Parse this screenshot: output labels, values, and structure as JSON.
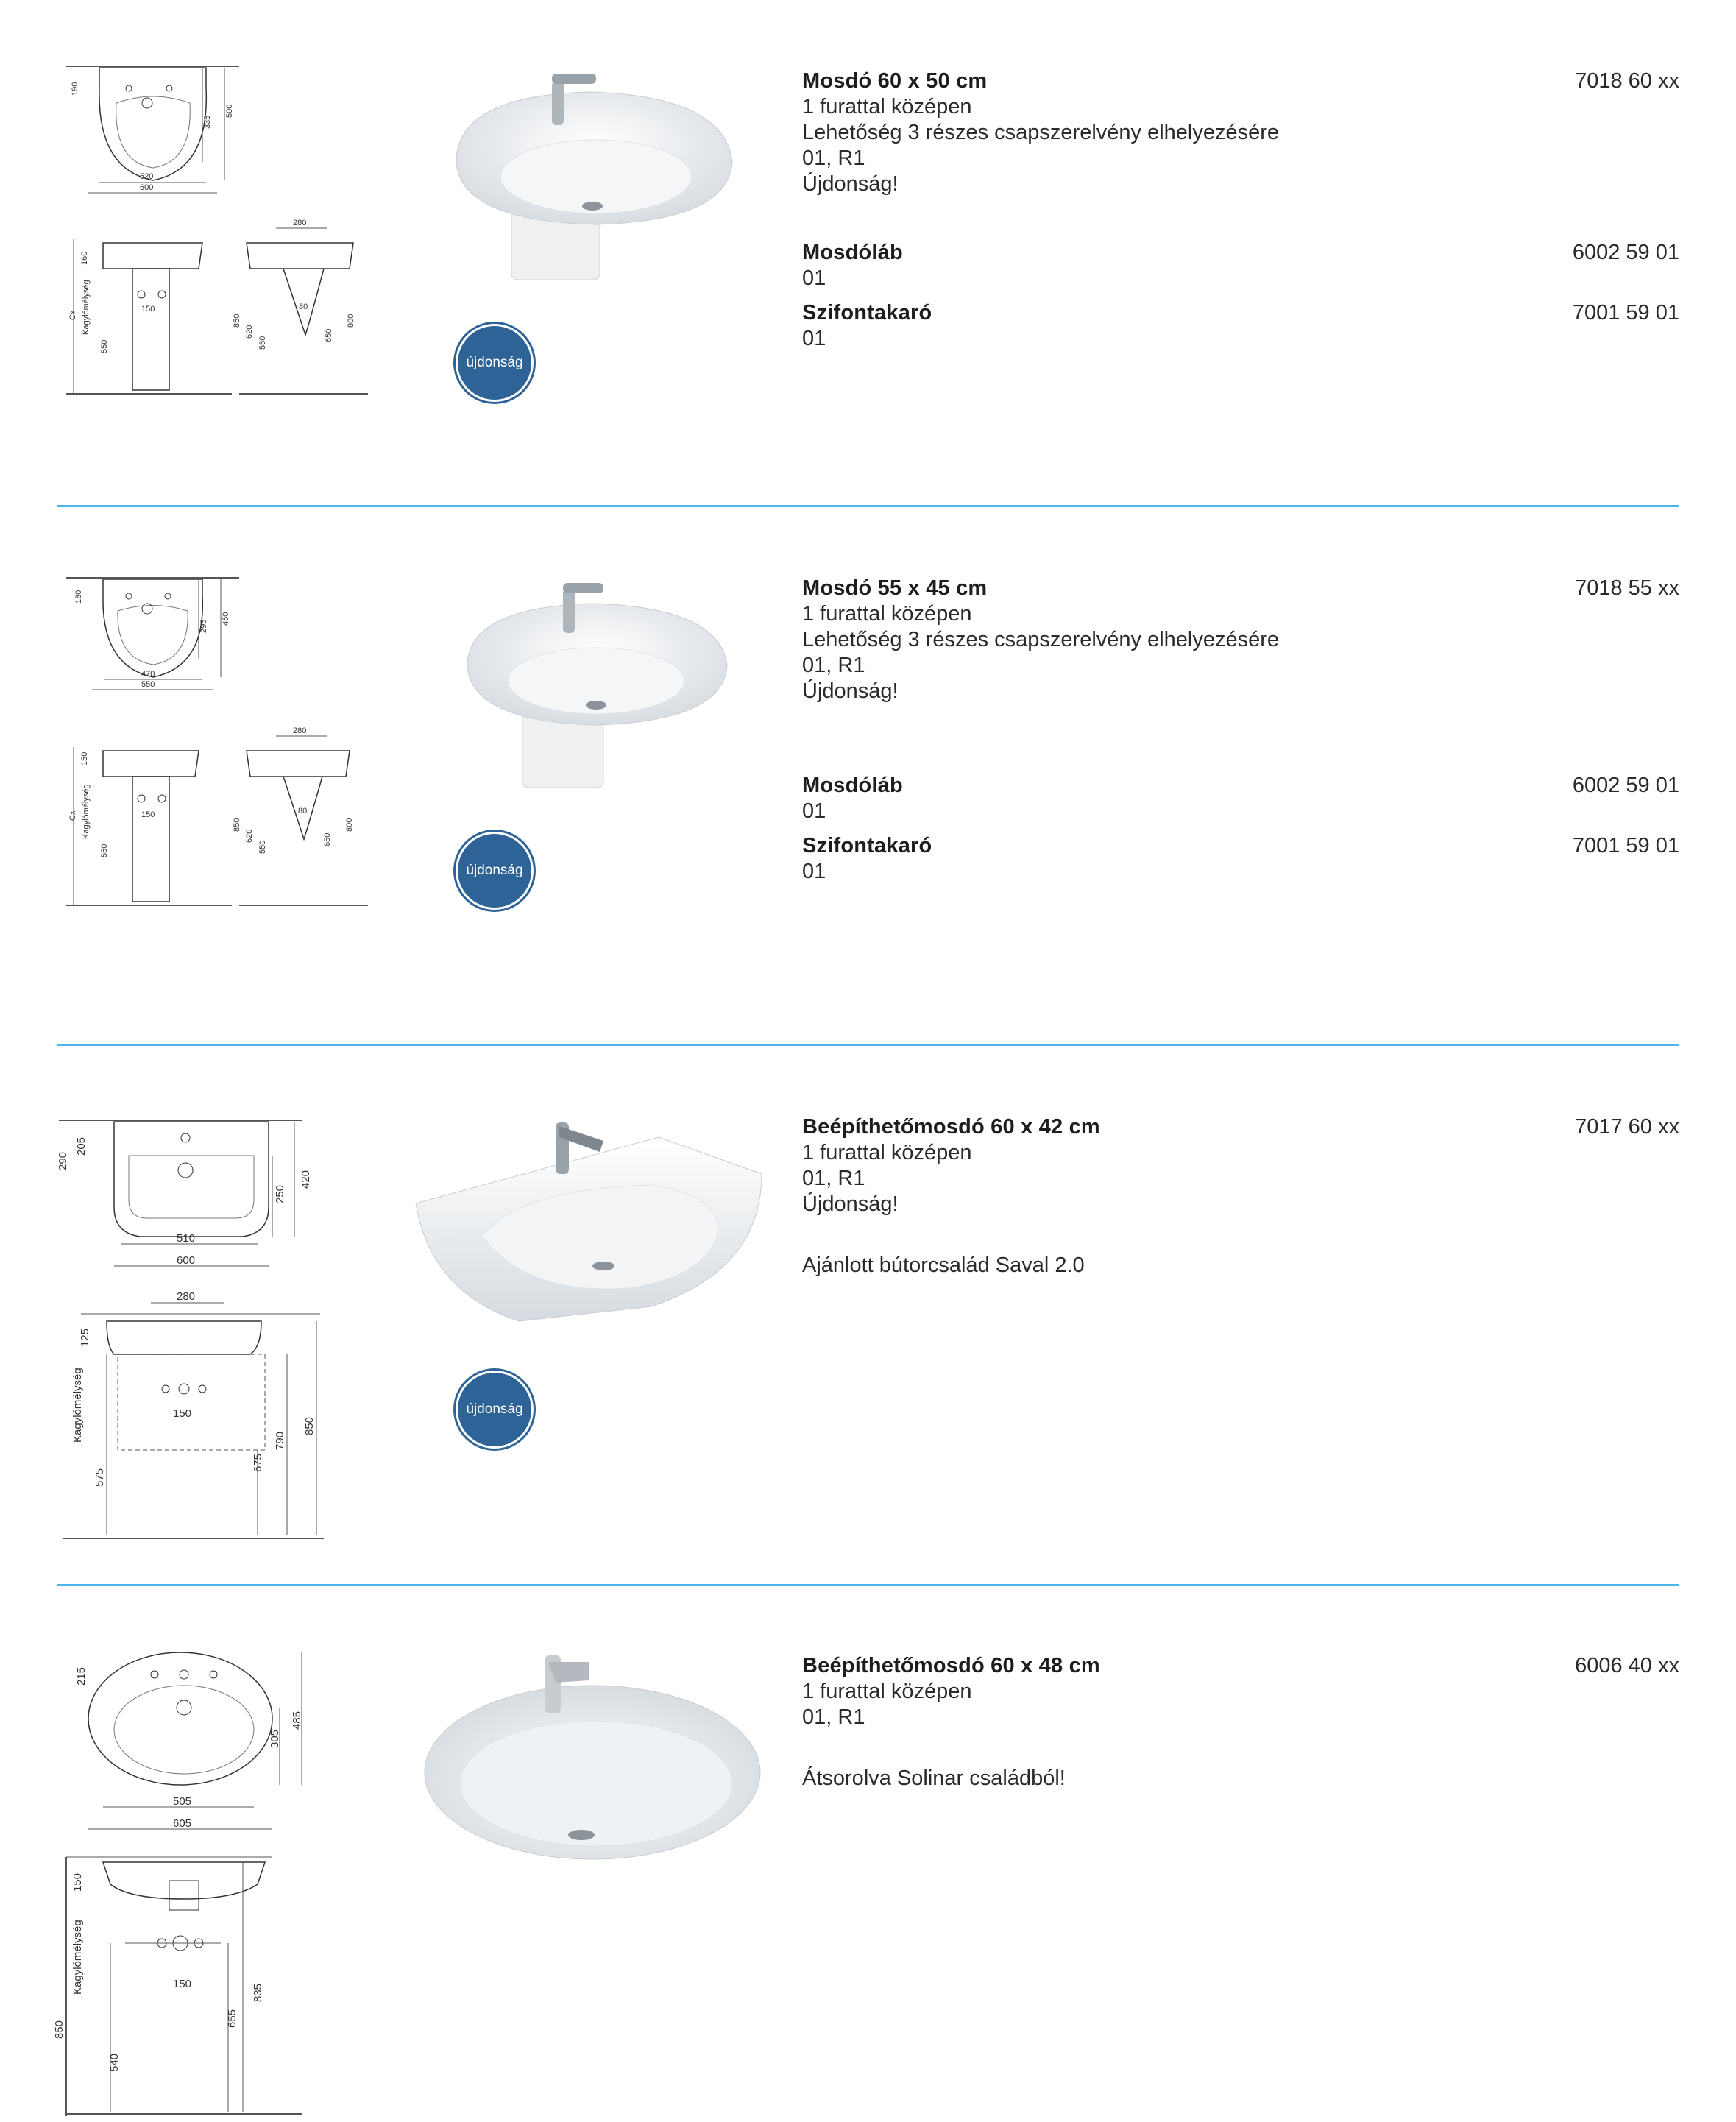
{
  "badge_label": "újdonság",
  "accent_color": "#4db6e8",
  "badge_color": "#2d6397",
  "sections": [
    {
      "products": [
        {
          "title": "Mosdó 60 x 50 cm",
          "code": "7018 60 xx",
          "lines": [
            "1 furattal középen",
            "Lehetőség 3 részes csapszerelvény elhelyezésére",
            "01, R1",
            "Újdonság!"
          ]
        },
        {
          "title": "Mosdóláb",
          "code": "6002 59 01",
          "lines": [
            "01"
          ]
        },
        {
          "title": "Szifontakaró",
          "code": "7001 59 01",
          "lines": [
            "01"
          ]
        }
      ],
      "dims_top": [
        "190",
        "335",
        "500",
        "520",
        "600"
      ],
      "dims_side": [
        "160",
        "Cx",
        "Kagylómélység",
        "150",
        "550"
      ],
      "dims_front": [
        "280",
        "850",
        "620",
        "550",
        "80",
        "650",
        "800"
      ]
    },
    {
      "products": [
        {
          "title": "Mosdó 55 x 45 cm",
          "code": "7018 55 xx",
          "lines": [
            "1 furattal középen",
            "Lehetőség 3 részes csapszerelvény elhelyezésére",
            "01, R1",
            "Újdonság!"
          ]
        },
        {
          "title": "Mosdóláb",
          "code": "6002 59 01",
          "lines": [
            "01"
          ]
        },
        {
          "title": "Szifontakaró",
          "code": "7001 59 01",
          "lines": [
            "01"
          ]
        }
      ],
      "dims_top": [
        "180",
        "295",
        "450",
        "470",
        "550"
      ],
      "dims_side": [
        "150",
        "Cx",
        "Kagylómélység",
        "150",
        "550"
      ],
      "dims_front": [
        "280",
        "850",
        "620",
        "550",
        "80",
        "650",
        "800"
      ]
    },
    {
      "products": [
        {
          "title": "Beépíthetőmosdó 60 x 42 cm",
          "code": "7017 60 xx",
          "lines": [
            "1 furattal középen",
            "01, R1",
            "Újdonság!"
          ]
        }
      ],
      "note": "Ajánlott bútorcsalád Saval 2.0",
      "dims_top": [
        "290",
        "205",
        "250",
        "420",
        "510",
        "600"
      ],
      "dims_side": [
        "280",
        "125",
        "Kagylómélység",
        "150",
        "575",
        "675",
        "790",
        "850"
      ]
    },
    {
      "products": [
        {
          "title": "Beépíthetőmosdó 60 x 48 cm",
          "code": "6006 40 xx",
          "lines": [
            "1 furattal középen",
            "01, R1"
          ]
        }
      ],
      "note": "Átsorolva Solinar családból!",
      "dims_top": [
        "215",
        "305",
        "485",
        "505",
        "605"
      ],
      "dims_side": [
        "150",
        "Kagylómélység",
        "850",
        "835",
        "150",
        "655",
        "540"
      ]
    }
  ]
}
